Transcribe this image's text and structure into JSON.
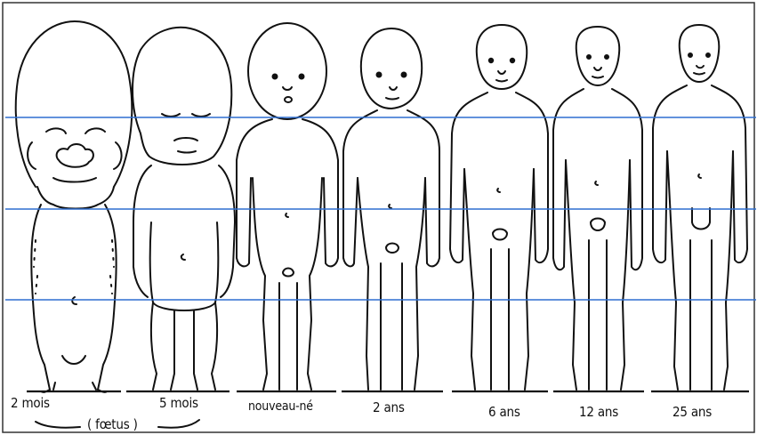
{
  "labels": {
    "m2": "2 mois",
    "m5": "5 mois",
    "nn": "nouveau-né",
    "a2": "2 ans",
    "a6": "6 ans",
    "a12": "12 ans",
    "a25": "25 ans",
    "foetus": "( fœtus )"
  },
  "colors": {
    "line": "#2f6fd0",
    "ink": "#111111"
  }
}
